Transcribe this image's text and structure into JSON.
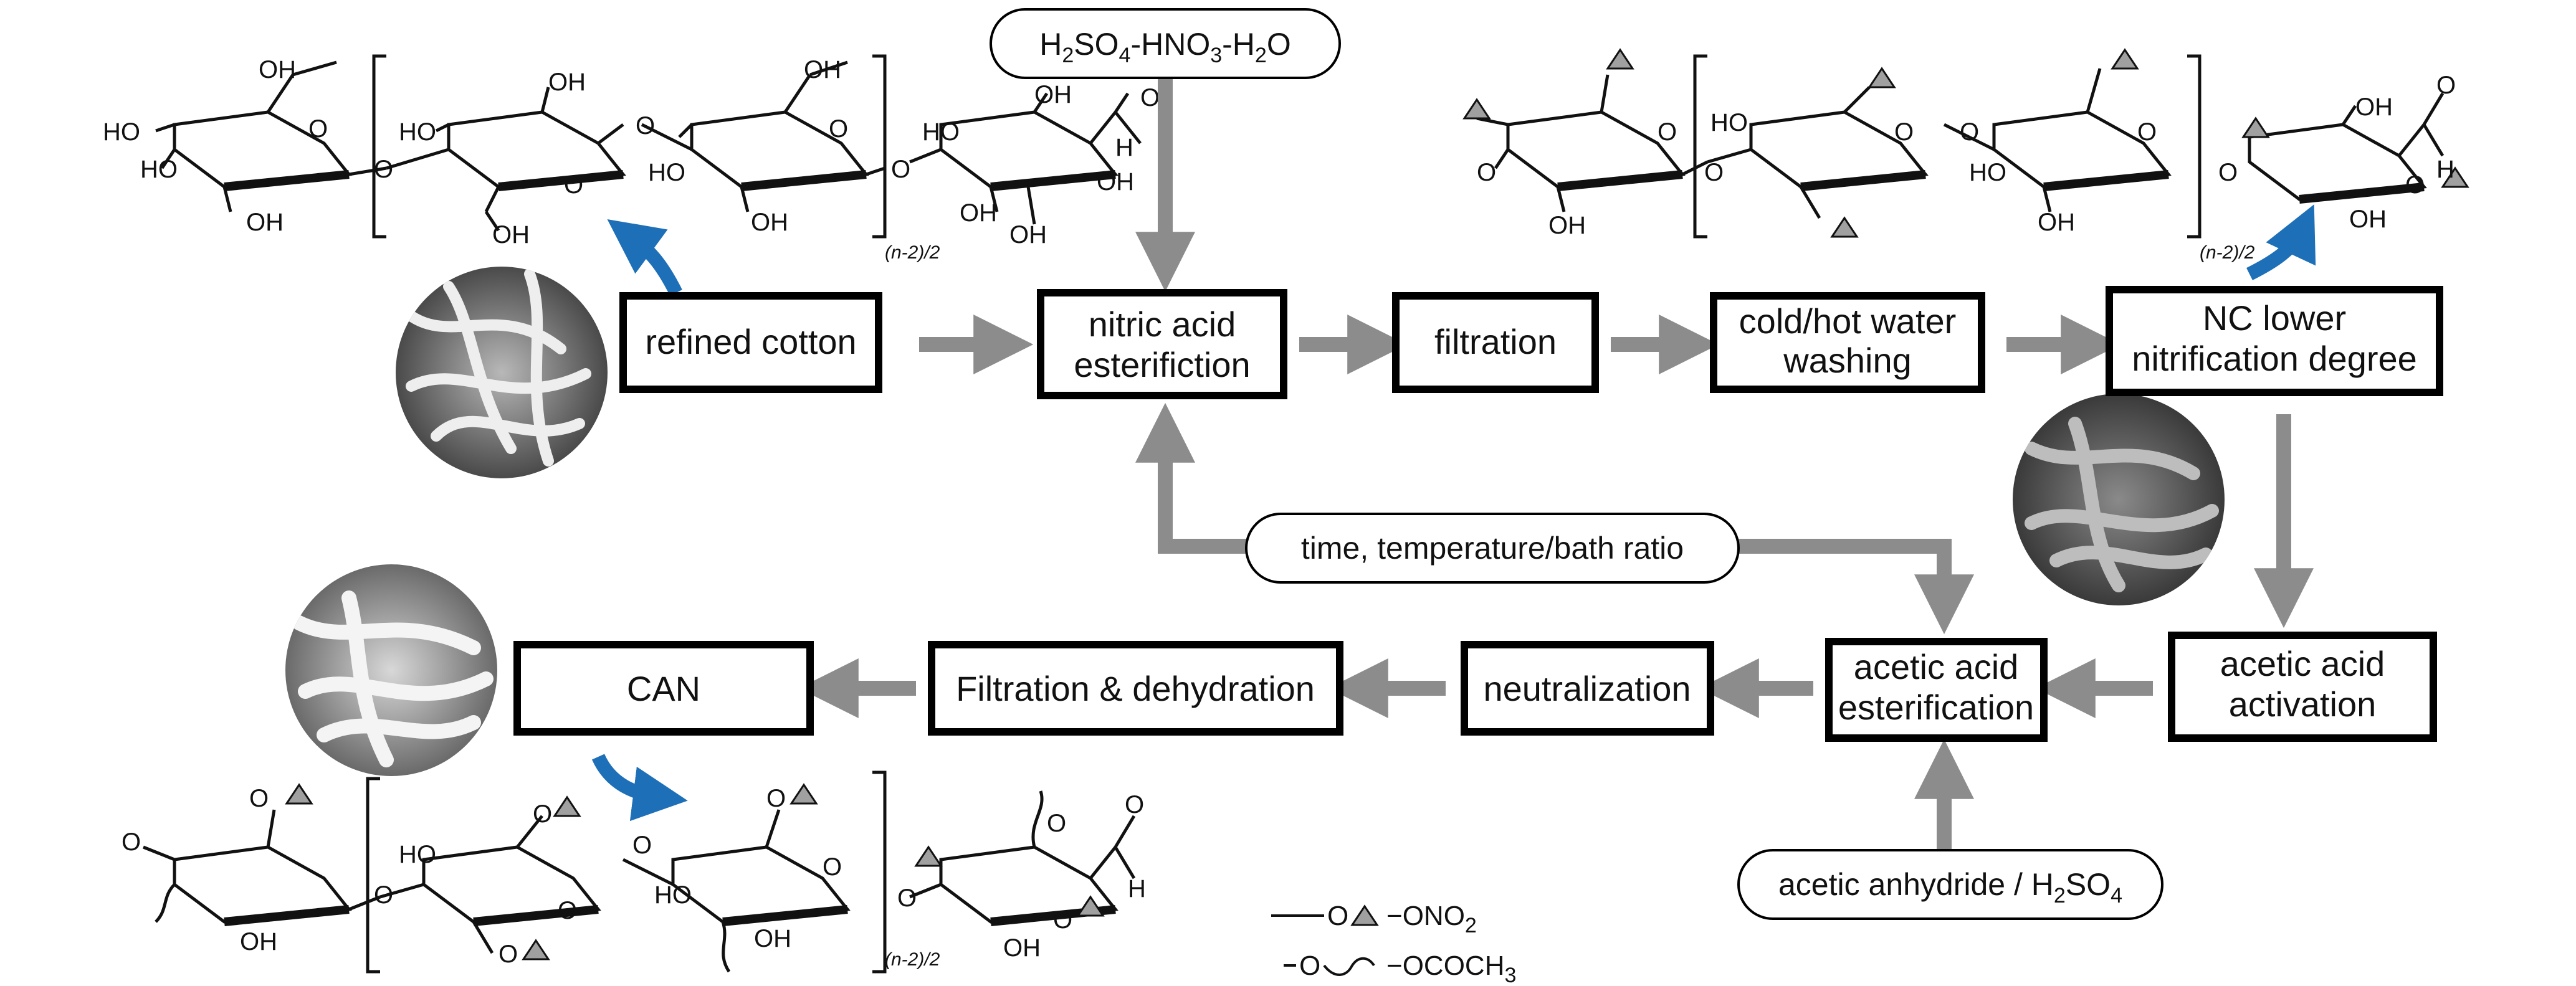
{
  "process": {
    "refined_cotton": "refined cotton",
    "nitric_esterification": [
      "nitric acid",
      "esterifiction"
    ],
    "filtration": "filtration",
    "water_washing": [
      "cold/hot water",
      "washing"
    ],
    "nc_lower": [
      "NC lower",
      "nitrification degree"
    ],
    "acetic_activation": [
      "acetic acid",
      "activation"
    ],
    "acetic_esterification": [
      "acetic acid",
      "esterification"
    ],
    "neutralization": "neutralization",
    "filtration_dehydration": "Filtration & dehydration",
    "can": "CAN"
  },
  "reagents": {
    "nitrating_mix": {
      "a": "H",
      "a_sub": "2",
      "b": "SO",
      "b_sub": "4",
      "c": "-HNO",
      "c_sub": "3",
      "d": "-H",
      "d_sub": "2",
      "e": "O"
    },
    "conditions": "time, temperature/bath ratio",
    "acetylation": {
      "text": "acetic anhydride / H",
      "sub": "SO",
      "sub_num": "2",
      "tail": "4"
    }
  },
  "legend": {
    "nitrate_group": "−ONO",
    "nitrate_sub": "2",
    "acetate_group": "−OCOCH",
    "acetate_sub": "3"
  },
  "chem_labels": {
    "oh": "OH",
    "ho": "HO",
    "o": "O",
    "h": "H",
    "repeat": "(n-2)/2"
  },
  "colors": {
    "arrow": "#8c8c8c",
    "curved_arrow": "#1d6fb8",
    "box_border": "#000000",
    "triangle": "#a0a0a0"
  }
}
